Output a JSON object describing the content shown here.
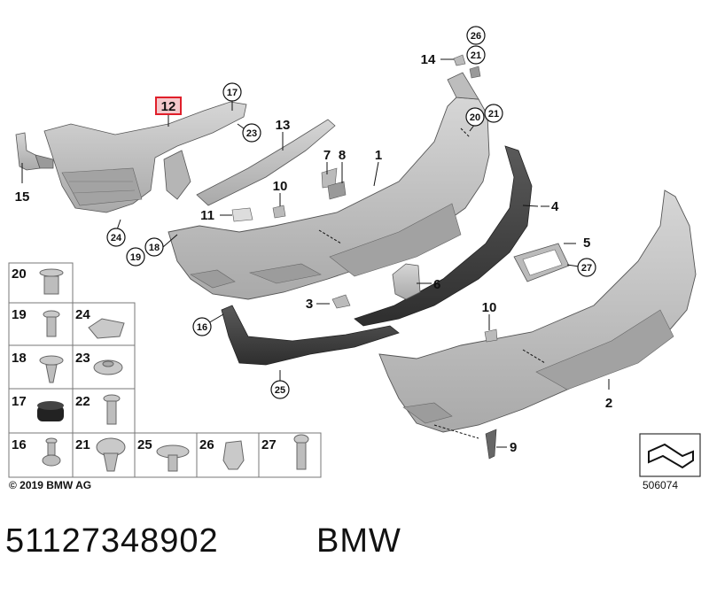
{
  "header": {
    "part_number": "51127348902",
    "brand": "BMW"
  },
  "footer": {
    "copyright": "© 2019 BMW AG",
    "drawing_number": "506074"
  },
  "colors": {
    "part_gray": "#c4c4c4",
    "part_dark": "#4a4a4a",
    "highlight_red": "#e01f2a",
    "highlight_fill": "#f3c9cc"
  },
  "highlighted_label": "12",
  "callouts": {
    "c1": "1",
    "c2": "2",
    "c3": "3",
    "c4": "4",
    "c5": "5",
    "c6": "6",
    "c7": "7",
    "c8": "8",
    "c9": "9",
    "c10a": "10",
    "c10b": "10",
    "c11": "11",
    "c12": "12",
    "c13": "13",
    "c14": "14",
    "c15": "15",
    "c16": "16",
    "c17": "17",
    "c18": "18",
    "c19": "19",
    "c20": "20",
    "c21a": "21",
    "c21b": "21",
    "c23": "23",
    "c24": "24",
    "c25": "25",
    "c26": "26",
    "c27": "27"
  },
  "fastener_grid": {
    "g20": "20",
    "g19": "19",
    "g24": "24",
    "g18": "18",
    "g23": "23",
    "g17": "17",
    "g22": "22",
    "g16": "16",
    "g21": "21",
    "g25": "25",
    "g26": "26",
    "g27": "27"
  }
}
